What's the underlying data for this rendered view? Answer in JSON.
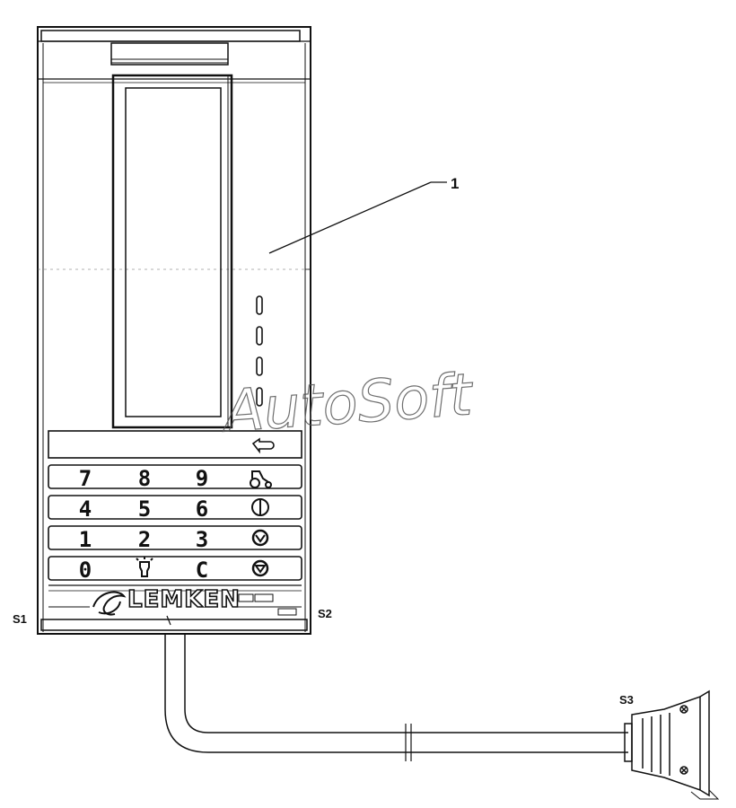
{
  "callouts": {
    "part_1": "1",
    "s1": "S1",
    "s2": "S2",
    "s3": "S3"
  },
  "keypad": {
    "rows": [
      [
        "7",
        "8",
        "9",
        "tractor-icon"
      ],
      [
        "4",
        "5",
        "6",
        "half-circle-icon"
      ],
      [
        "1",
        "2",
        "3",
        "circle-v-icon"
      ],
      [
        "0",
        "lamp-icon",
        "C",
        "circle-triangle-icon"
      ]
    ]
  },
  "brand": {
    "name": "LEMKEN"
  },
  "watermark": {
    "text": "AutoSoft"
  }
}
